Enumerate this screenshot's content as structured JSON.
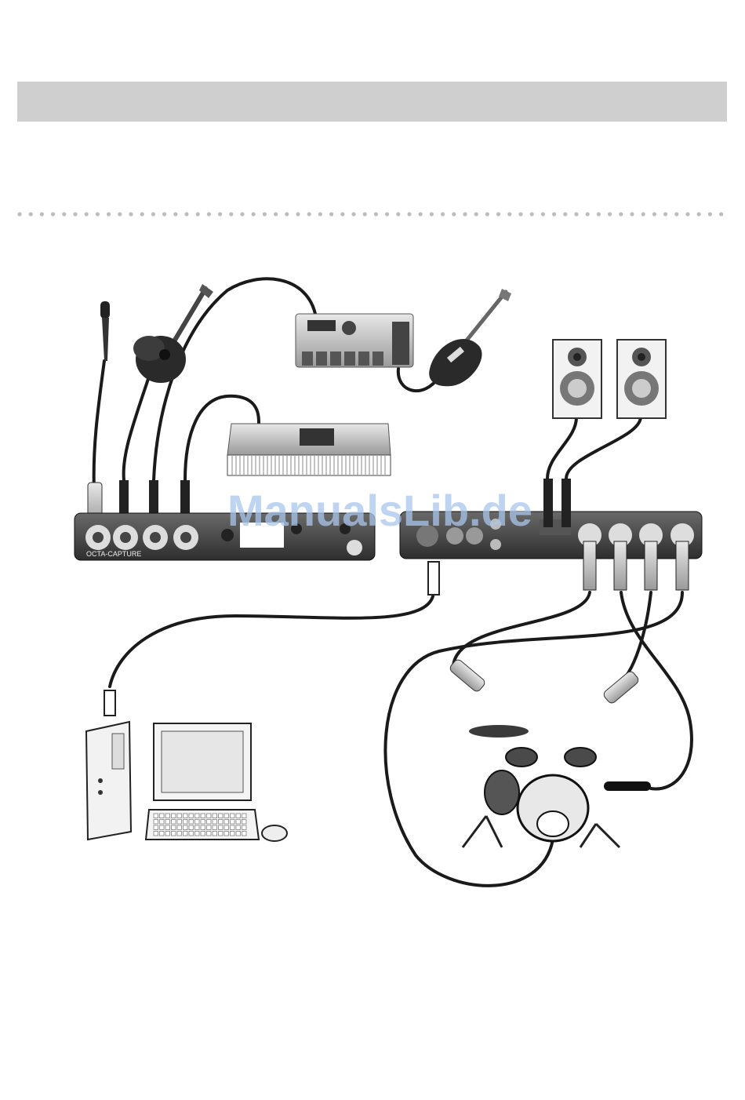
{
  "header": {
    "bar_color": "#cfcfcf"
  },
  "separator": {
    "style": "dotted",
    "color": "#bdbdbd"
  },
  "diagram": {
    "front_panel": {
      "brand_label": "OCTA-CAPTURE"
    },
    "watermark": {
      "text": "ManualsLib.de",
      "color": "#a9c6ec"
    },
    "devices": [
      {
        "name": "microphone-icon"
      },
      {
        "name": "acoustic-guitar-icon"
      },
      {
        "name": "multi-effects-pedal-icon"
      },
      {
        "name": "electric-guitar-icon"
      },
      {
        "name": "synthesizer-keyboard-icon"
      },
      {
        "name": "studio-monitor-left-icon"
      },
      {
        "name": "studio-monitor-right-icon"
      },
      {
        "name": "computer-icon"
      },
      {
        "name": "drum-kit-icon"
      }
    ]
  }
}
